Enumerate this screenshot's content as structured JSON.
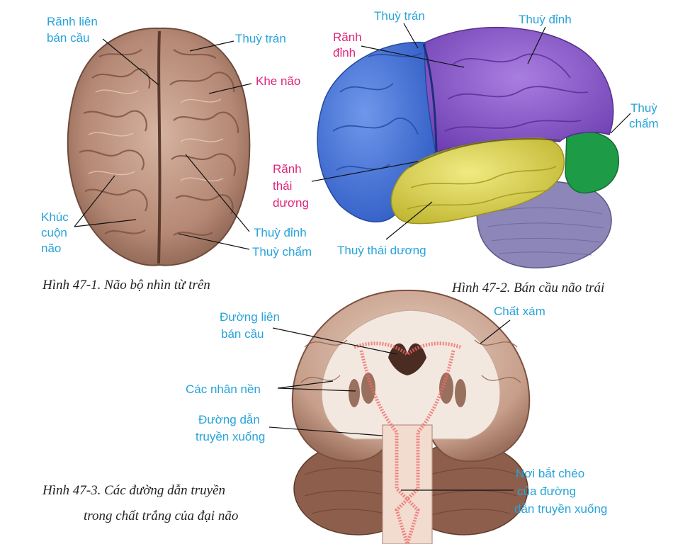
{
  "figure1": {
    "caption": "Hình 47-1. Não bộ nhìn từ trên",
    "labels": {
      "ranh_lien_ban_cau_1": "Rãnh liên",
      "ranh_lien_ban_cau_2": "bán cầu",
      "thuy_tran": "Thuỳ trán",
      "khe_nao": "Khe não",
      "khuc_cuon_nao_1": "Khúc",
      "khuc_cuon_nao_2": "cuộn",
      "khuc_cuon_nao_3": "não",
      "thuy_dinh": "Thuỳ đỉnh",
      "thuy_cham": "Thuỳ chẩm"
    }
  },
  "figure2": {
    "caption": "Hình 47-2. Bán cầu não trái",
    "labels": {
      "thuy_tran": "Thuỳ trán",
      "thuy_dinh": "Thuỳ đỉnh",
      "ranh_dinh_1": "Rãnh",
      "ranh_dinh_2": "đỉnh",
      "thuy_cham_1": "Thuỳ",
      "thuy_cham_2": "chẩm",
      "ranh_thai_duong_1": "Rãnh",
      "ranh_thai_duong_2": "thái",
      "ranh_thai_duong_3": "dương",
      "thuy_thai_duong": "Thuỳ thái dương"
    },
    "colors": {
      "frontal": "#3f6fd6",
      "parietal": "#8a55c9",
      "occipital": "#1e9b47",
      "temporal": "#d9d24a",
      "cerebellum": "#8d86b8"
    }
  },
  "figure3": {
    "caption_1": "Hình 47-3. Các đường dẫn truyền",
    "caption_2": "trong chất trắng của đại não",
    "labels": {
      "duong_lien_ban_cau_1": "Đường liên",
      "duong_lien_ban_cau_2": "bán cầu",
      "chat_xam": "Chất xám",
      "cac_nhan_nen": "Các nhân nền",
      "duong_dan_truyen_xuong_1": "Đường dẫn",
      "duong_dan_truyen_xuong_2": "truyền xuống",
      "noi_bat_cheo_1": "Nơi bắt chéo",
      "noi_bat_cheo_2": "của đường",
      "noi_bat_cheo_3": "dẫn truyền xuống"
    }
  },
  "colors": {
    "label_blue": "#27a3da",
    "label_pink": "#e0237a",
    "brain_top": "#b88a78",
    "pathway": "#f06a6a"
  }
}
